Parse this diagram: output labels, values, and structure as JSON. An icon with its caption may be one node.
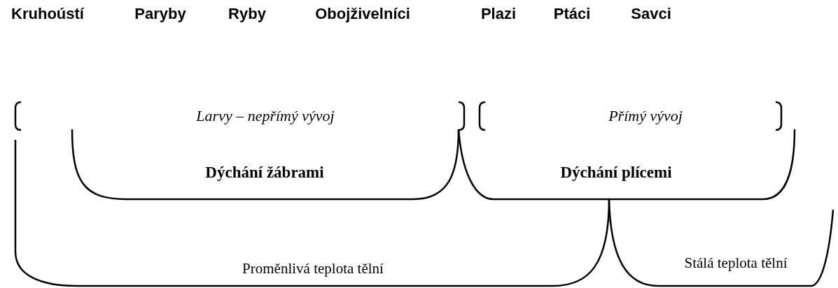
{
  "diagram": {
    "labels": [
      "Kruhoústí",
      "Paryby",
      "Ryby",
      "Obojživelníci",
      "Plazi",
      "Ptáci",
      "Savci",
      "Larvy – nepřímý vývoj",
      "Přímý vývoj",
      "Dýchání žábrami",
      "Dýchání plícemi",
      "Proměnlivá teplota tělní",
      "Stálá teplota tělní"
    ]
  }
}
